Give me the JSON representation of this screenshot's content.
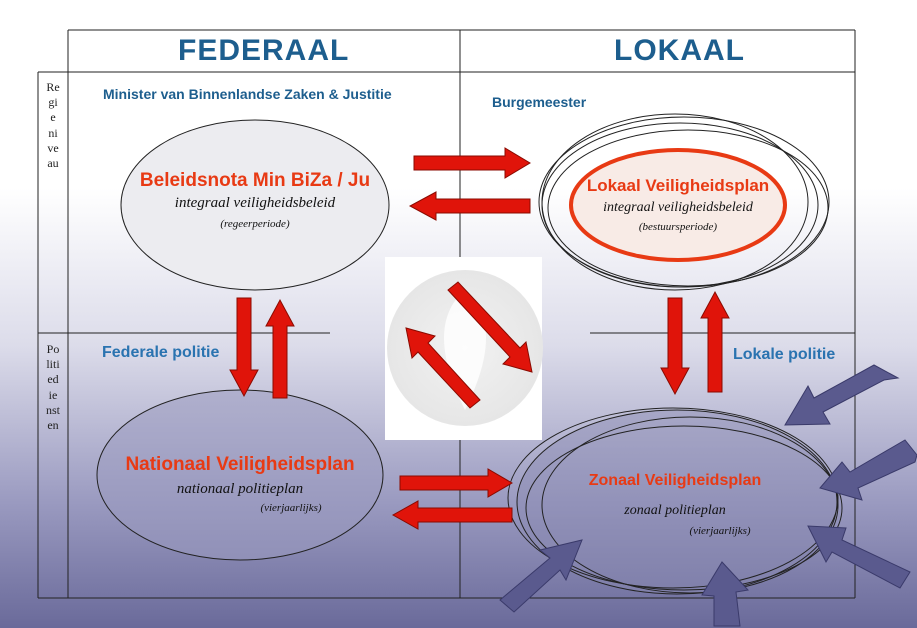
{
  "headers": {
    "federal": "FEDERAAL",
    "local": "LOKAAL"
  },
  "roles": {
    "federal": "Minister van Binnenlandse Zaken & Justitie",
    "local": "Burgemeester"
  },
  "police": {
    "federal": "Federale politie",
    "local": "Lokale politie"
  },
  "side_labels": {
    "top": "Regie niveau",
    "bottom": "Politiediensten"
  },
  "plans": {
    "federal_top": {
      "title": "Beleidsnota Min BiZa / Ju",
      "subtitle": "integraal veiligheidsbeleid",
      "period": "(regeerperiode)"
    },
    "local_top": {
      "title": "Lokaal Veiligheidsplan",
      "subtitle": "integraal veiligheidsbeleid",
      "period": "(bestuursperiode)"
    },
    "federal_bottom": {
      "title": "Nationaal Veiligheidsplan",
      "subtitle": "nationaal politieplan",
      "period": "(vierjaarlijks)"
    },
    "local_bottom": {
      "title": "Zonaal Veiligheidsplan",
      "subtitle": "zonaal politieplan",
      "period": "(vierjaarlijks)"
    }
  },
  "colors": {
    "header": "#1d5e8e",
    "plan_title": "#e83a14",
    "arrow": "#e0140a",
    "input_arrow": "#5a5a8e"
  }
}
